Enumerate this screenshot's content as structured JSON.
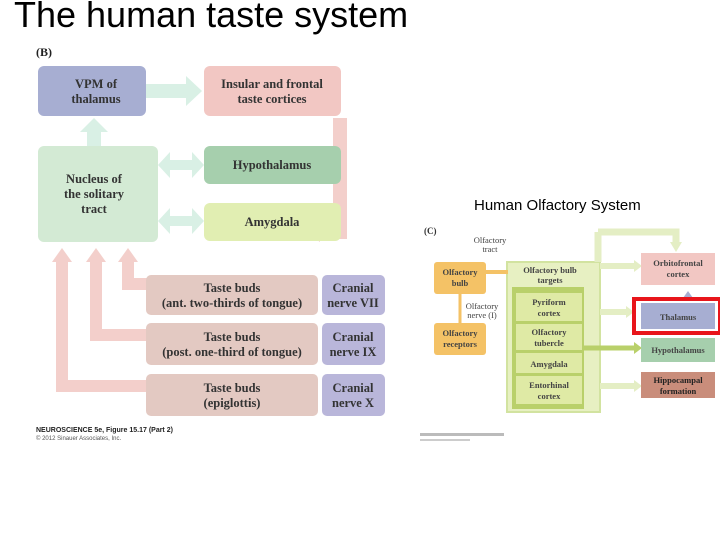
{
  "slide_title": "The human taste system",
  "taste": {
    "panel_label": "(B)",
    "vpm": [
      "VPM of",
      "thalamus"
    ],
    "insular": [
      "Insular and frontal",
      "taste cortices"
    ],
    "nucleus": [
      "Nucleus of",
      "the solitary",
      "tract"
    ],
    "hypothalamus": "Hypothalamus",
    "amygdala": "Amygdala",
    "buds1": [
      "Taste buds",
      "(ant. two-thirds of tongue)"
    ],
    "nerve1": [
      "Cranial",
      "nerve VII"
    ],
    "buds2": [
      "Taste buds",
      "(post. one-third of tongue)"
    ],
    "nerve2": [
      "Cranial",
      "nerve IX"
    ],
    "buds3": [
      "Taste buds",
      "(epiglottis)"
    ],
    "nerve3": [
      "Cranial",
      "nerve X"
    ],
    "credit_title": "NEUROSCIENCE 5e, Figure 15.17 (Part 2)",
    "credit_copy": "© 2012 Sinauer Associates, Inc."
  },
  "olfactory_heading": "Human Olfactory System",
  "olfactory": {
    "panel_label": "(C)",
    "tract": [
      "Olfactory",
      "tract"
    ],
    "bulb": [
      "Olfactory",
      "bulb"
    ],
    "nerve": [
      "Olfactory",
      "nerve (I)"
    ],
    "receptors": [
      "Olfactory",
      "receptors"
    ],
    "targets": [
      "Olfactory bulb",
      "targets"
    ],
    "pyriform": [
      "Pyriform",
      "cortex"
    ],
    "tubercle": [
      "Olfactory",
      "tubercle"
    ],
    "amygdala": "Amygdala",
    "entorhinal": [
      "Entorhinal",
      "cortex"
    ],
    "orbitofrontal": [
      "Orbitofrontal",
      "cortex"
    ],
    "thalamus": "Thalamus",
    "hypothalamus": "Hypothalamus",
    "hippocampal": [
      "Hippocampal",
      "formation"
    ]
  },
  "colors": {
    "vpm_box": "#a7aed2",
    "insular_box": "#f2c7c3",
    "nucleus_box": "#d3ead4",
    "hypothalamus_box": "#a6cfad",
    "amygdala_box": "#e1eeb2",
    "taste_bud_box": "#e3c9c2",
    "nerve_box": "#b9b6da",
    "arrow_green": "#d9f0e5",
    "arrow_pink": "#f3cfcb",
    "olf_orange": "#f4c266",
    "olf_green": "#c9dc7e",
    "highlight": "#e8151b"
  }
}
